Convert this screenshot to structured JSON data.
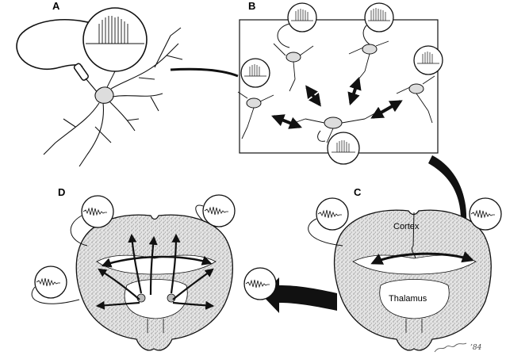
{
  "panels": {
    "a": {
      "label": "A"
    },
    "b": {
      "label": "B"
    },
    "c": {
      "label": "C",
      "region_cortex": "Cortex",
      "region_thalamus": "Thalamus"
    },
    "d": {
      "label": "D"
    }
  },
  "signature": "’84",
  "icons": {
    "recording_inset": "spike-train-circle",
    "eeg_inset": "eeg-wave-circle",
    "neuron": "neuron-drawing",
    "brain_section": "coronal-brain-section"
  },
  "colors": {
    "ink": "#111111",
    "stipple": "#cfcfcf",
    "background": "#ffffff"
  }
}
